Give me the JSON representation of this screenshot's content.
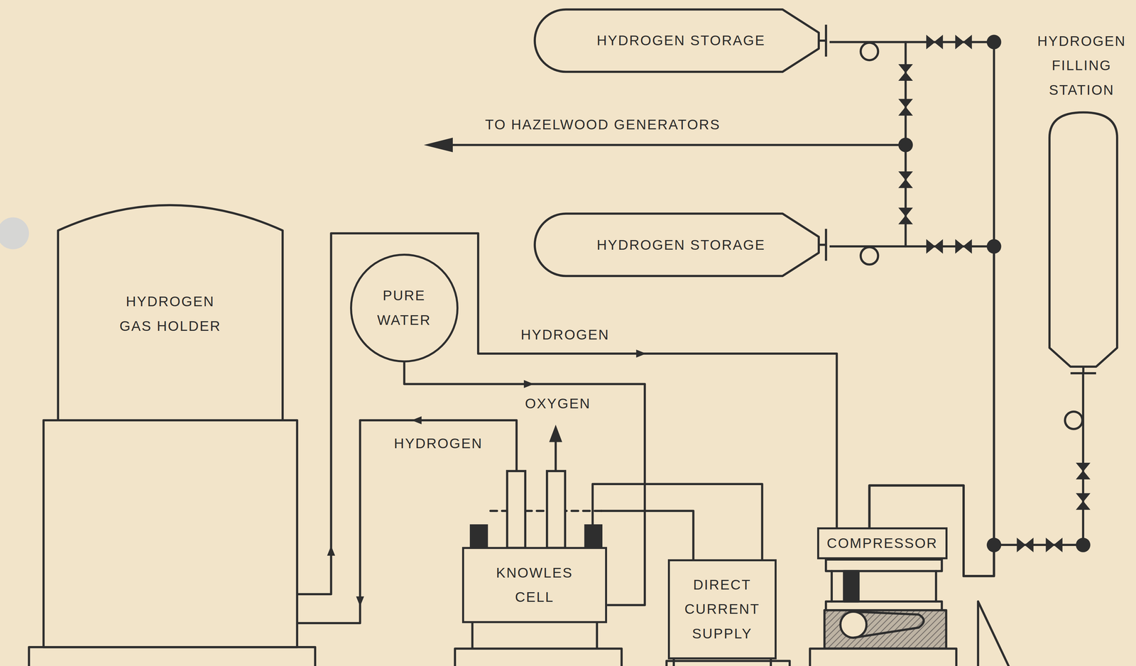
{
  "diagram": {
    "nodes": [
      {
        "text": [
          "HYDROGEN STORAGE"
        ]
      },
      {
        "text": [
          "HYDROGEN FILLING STATION"
        ]
      },
      {
        "text": [
          "HYDROGEN STORAGE"
        ]
      },
      {
        "text": [
          "HYDROGEN GAS HOLDER"
        ]
      },
      {
        "text": [
          "PURE WATER"
        ]
      },
      {
        "text": [
          "KNOWLES CELL"
        ]
      },
      {
        "text": [
          "DIRECT CURRENT SUPPLY"
        ]
      },
      {
        "text": [
          "COMPRESSOR"
        ]
      }
    ],
    "edges": [
      {
        "from": 5,
        "to": 3,
        "arrow": "to",
        "label": "HYDROGEN"
      },
      {
        "from": 3,
        "to": 7,
        "arrow": "to",
        "label": "HYDROGEN"
      },
      {
        "from": 4,
        "to": 5,
        "arrow": "to"
      },
      {
        "from": 6,
        "to": 5,
        "arrow": "none"
      },
      {
        "from": 7,
        "to": 0,
        "arrow": "none"
      },
      {
        "from": 7,
        "to": 2,
        "arrow": "none"
      },
      {
        "from": 7,
        "to": 1,
        "arrow": "none"
      }
    ],
    "labels": [
      "TO HAZELWOOD GENERATORS",
      "OXYGEN"
    ]
  }
}
